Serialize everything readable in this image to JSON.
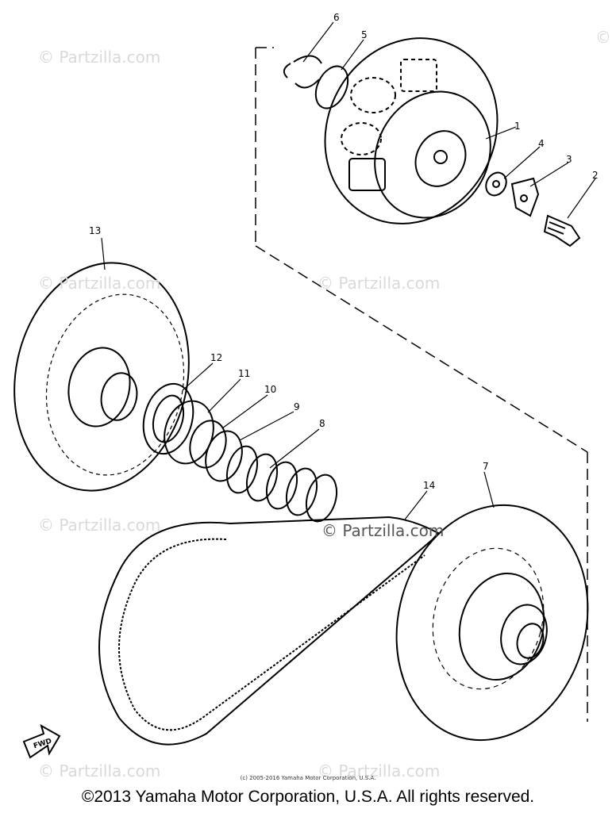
{
  "watermark_text": "© Partzilla.com",
  "watermark_center": "© Partzilla.com",
  "callouts": [
    "1",
    "2",
    "3",
    "4",
    "5",
    "6",
    "7",
    "8",
    "9",
    "10",
    "11",
    "12",
    "13",
    "14"
  ],
  "fwd_label": "FWD",
  "fine_print": "(c) 2005-2016 Yamaha Motor Corporation, U.S.A.",
  "copyright": "©2013 Yamaha Motor Corporation, U.S.A. All rights reserved."
}
